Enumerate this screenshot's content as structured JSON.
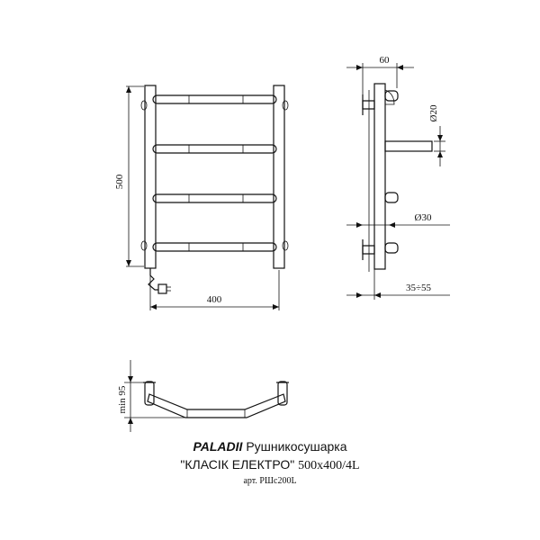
{
  "dimensions": {
    "height": "500",
    "width": "400",
    "depth": "60",
    "pipe_diameter": "Ø20",
    "flange_diameter": "Ø30",
    "wall_distance": "35÷55",
    "min_height": "min 95"
  },
  "caption": {
    "brand": "PALADII",
    "product": "Рушникосушарка",
    "model": "\"КЛАСІК ЕЛЕКТРО\"",
    "size": "500x400/4L",
    "article": "арт. РШс200L"
  },
  "colors": {
    "line": "#111111",
    "fill": "#ffffff"
  }
}
